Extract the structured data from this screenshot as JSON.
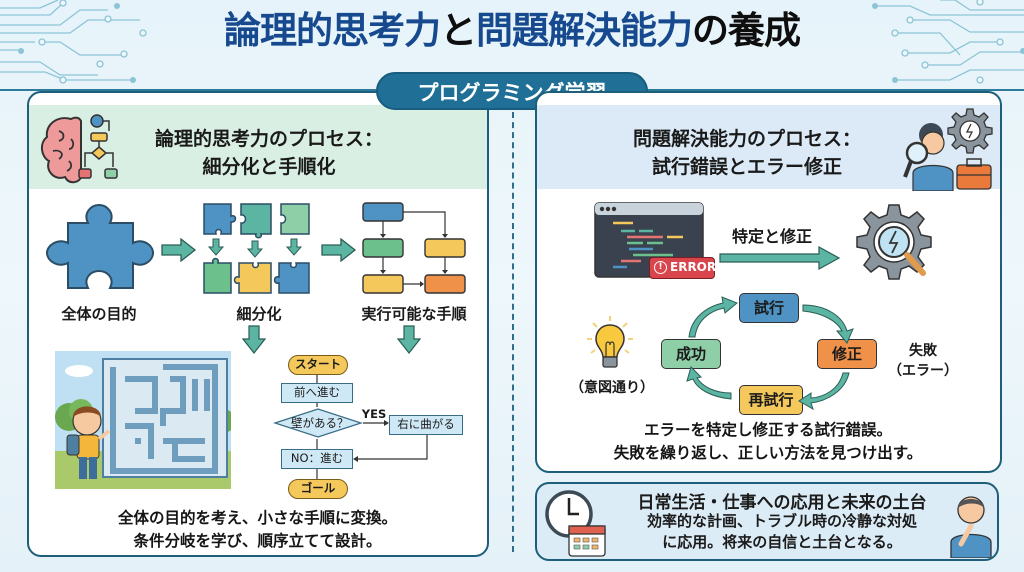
{
  "title": {
    "part1": "論理的思考力",
    "part2": "と",
    "part3": "問題解決能力",
    "part4": "の養成"
  },
  "badge": "プログラミング学習",
  "left": {
    "header_line1": "論理的思考力のプロセス：",
    "header_line2": "細分化と手順化",
    "steps": [
      "全体の目的",
      "細分化",
      "実行可能な手順"
    ],
    "flowchart": {
      "start": "スタート",
      "forward": "前へ進む",
      "decision": "壁がある？",
      "yes_label": "YES",
      "turn_right": "右に曲がる",
      "no_proceed": "NO：進む",
      "goal": "ゴール"
    },
    "summary_line1": "全体の目的を考え、小さな手順に変換。",
    "summary_line2": "条件分岐を学び、順序立てて設計。"
  },
  "right": {
    "header_line1": "問題解決能力のプロセス：",
    "header_line2": "試行錯誤とエラー修正",
    "error_badge": "ERROR",
    "arrow_label": "特定と修正",
    "cycle": {
      "trial": "試行",
      "fix": "修正",
      "retry": "再試行",
      "success": "成功",
      "failure_line1": "失敗",
      "failure_line2": "（エラー）",
      "intended": "（意図通り）"
    },
    "summary_line1": "エラーを特定し修正する試行錯誤。",
    "summary_line2": "失敗を繰り返し、正しい方法を見つけ出す。"
  },
  "bottom": {
    "title": "日常生活・仕事への応用と未来の土台",
    "line1": "効率的な計画、トラブル時の冷静な対処",
    "line2": "に応用。将来の自信と土台となる。"
  },
  "colors": {
    "title_blue": "#17498f",
    "teal": "#1f6f96",
    "arrow_teal": "#5bb5a2",
    "puzzle_blue": "#4f93c4",
    "puzzle_green": "#6cc08b",
    "yellow": "#f5c85b",
    "orange": "#f0914a",
    "error_red": "#d9454c"
  }
}
